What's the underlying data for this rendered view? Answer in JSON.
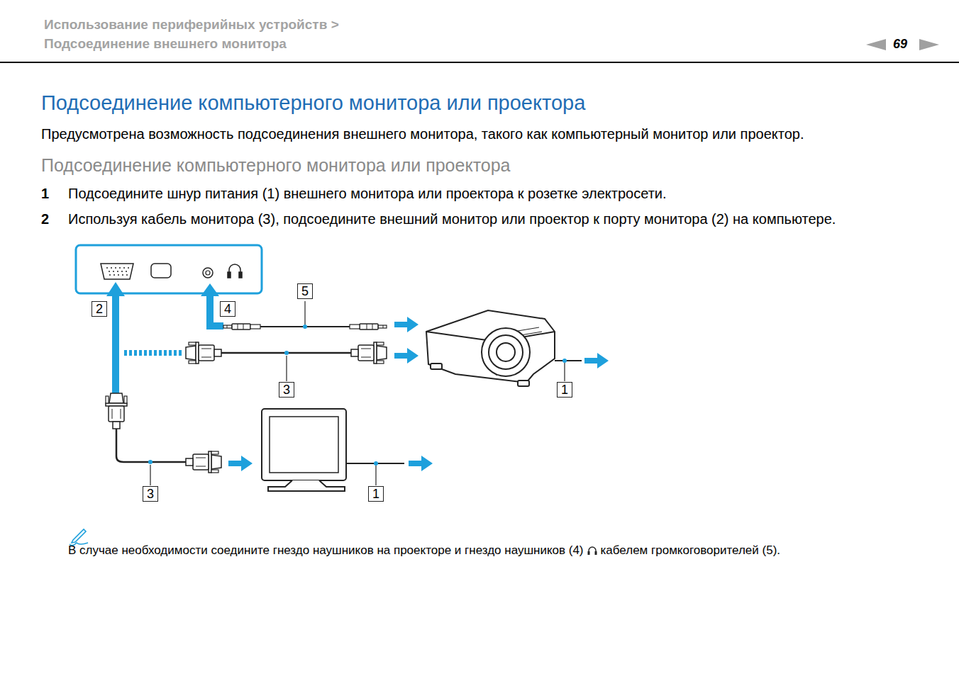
{
  "diagram": {
    "title": "Подсоединение компьютерного монитора или проектора",
    "labels": [
      "Использование периферийных устройств >",
      "Подсоединение внешнего монитора",
      "69",
      "Предусмотрена возможность подсоединения внешнего монитора, такого как компьютерный монитор или проектор.",
      "Подсоединение компьютерного монитора или проектора",
      "1",
      "Подсоедините шнур питания (1) внешнего монитора или проектора к розетке электросети.",
      "2",
      "Используя кабель монитора (3), подсоедините внешний монитор или проектор к порту монитора (2) на компьютере.",
      "2",
      "4",
      "5",
      "3",
      "1",
      "3",
      "1",
      "В случае необходимости соедините гнездо наушников на проекторе и гнездо наушников (4)",
      "кабелем громкоговорителей (5)."
    ]
  }
}
